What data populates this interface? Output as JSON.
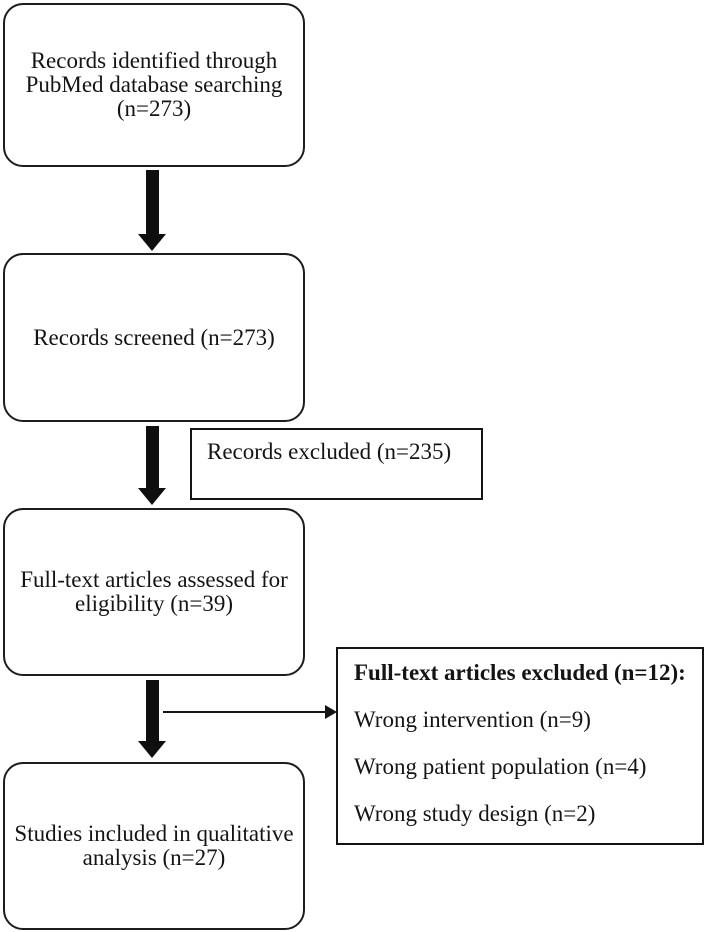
{
  "colors": {
    "background": "#ffffff",
    "box_border": "#1d1d1d",
    "text": "#141414",
    "arrow": "#0f0f0f"
  },
  "boxes": {
    "identification": {
      "lines": [
        "Records identified through",
        "PubMed database searching",
        "(n=273)"
      ]
    },
    "screening": {
      "lines": [
        "Records screened (n=273)"
      ]
    },
    "records_excluded": {
      "text": "Records excluded (n=235)"
    },
    "eligibility": {
      "lines": [
        "Full-text articles assessed for",
        "eligibility (n=39)"
      ]
    },
    "fulltext_excluded": {
      "header": "Full-text articles excluded (n=12):",
      "items": [
        "Wrong intervention (n=9)",
        "Wrong patient population (n=4)",
        "Wrong study design (n=2)"
      ]
    },
    "included": {
      "lines": [
        "Studies included in qualitative",
        "analysis (n=27)"
      ]
    }
  },
  "icons": {
    "down_arrow": "thick-solid-black-down-arrow",
    "right_arrow": "thin-black-right-arrow"
  }
}
